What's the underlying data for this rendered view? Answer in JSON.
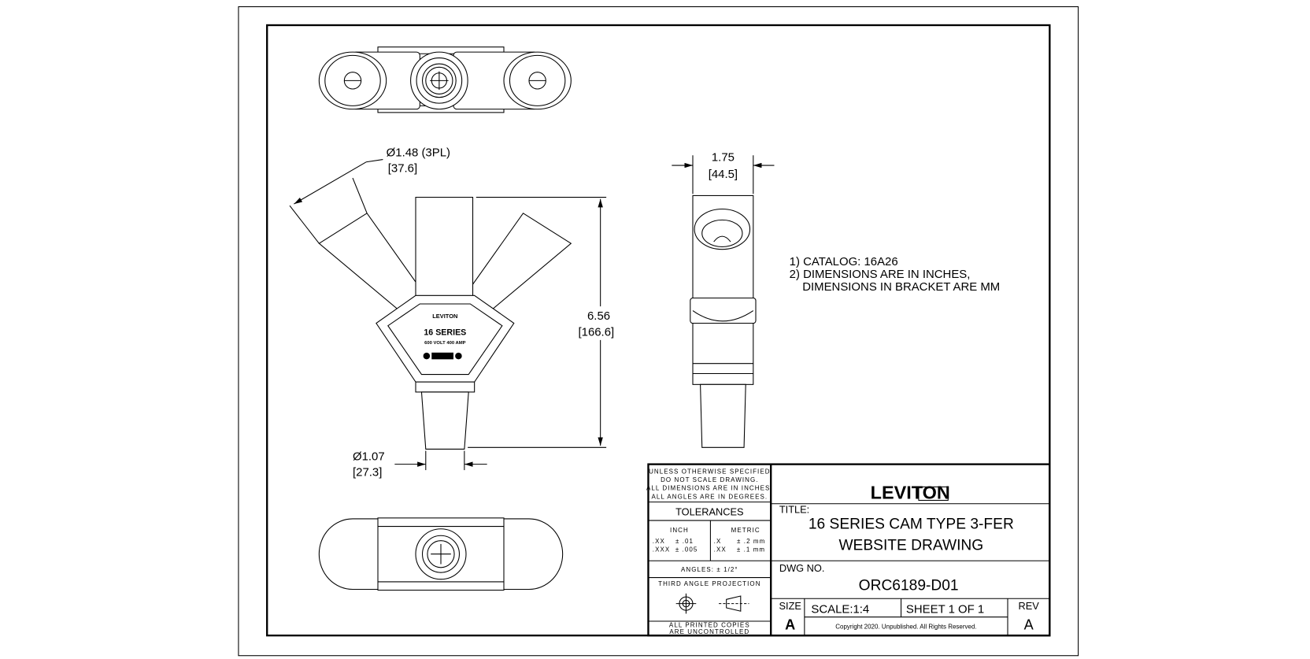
{
  "dimensions": {
    "leg_diameter": "Ø1.48 (3PL)",
    "leg_diameter_mm": "[37.6]",
    "height": "6.56",
    "height_mm": "[166.6]",
    "tail_diameter": "Ø1.07",
    "tail_diameter_mm": "[27.3]",
    "width": "1.75",
    "width_mm": "[44.5]"
  },
  "notes": [
    "1) CATALOG: 16A26",
    "2) DIMENSIONS ARE IN INCHES,",
    "    DIMENSIONS IN BRACKET ARE MM"
  ],
  "title_block": {
    "general_notes": [
      "UNLESS OTHERWISE SPECIFIED",
      "DO NOT SCALE DRAWING.",
      "ALL DIMENSIONS ARE IN INCHES.",
      "ALL ANGLES ARE IN DEGREES."
    ],
    "tolerances_label": "TOLERANCES",
    "inch_label": "INCH",
    "inch_rows": [
      ".XX    ± .01",
      ".XXX  ± .005"
    ],
    "metric_label": "METRIC",
    "metric_rows": [
      ".X      ± .2 mm",
      ".XX    ± .1 mm"
    ],
    "angles": "ANGLES: ± 1/2°",
    "projection": "THIRD ANGLE PROJECTION",
    "printed_copies": [
      "ALL PRINTED COPIES",
      "ARE UNCONTROLLED"
    ],
    "logo": "LEVITON",
    "title_label": "TITLE:",
    "title_lines": [
      "16 SERIES CAM TYPE 3-FER",
      "WEBSITE DRAWING"
    ],
    "dwg_label": "DWG NO.",
    "dwg_no": "ORC6189-D01",
    "size_label": "SIZE",
    "size": "A",
    "scale": "SCALE:1:4",
    "sheet": "SHEET 1 OF 1",
    "rev_label": "REV",
    "rev": "A",
    "copyright": "Copyright 2020. Unpublished. All Rights Reserved."
  },
  "product_label": {
    "brand": "LEVITON",
    "series": "16 SERIES",
    "rating": "600 VOLT  400 AMP"
  }
}
